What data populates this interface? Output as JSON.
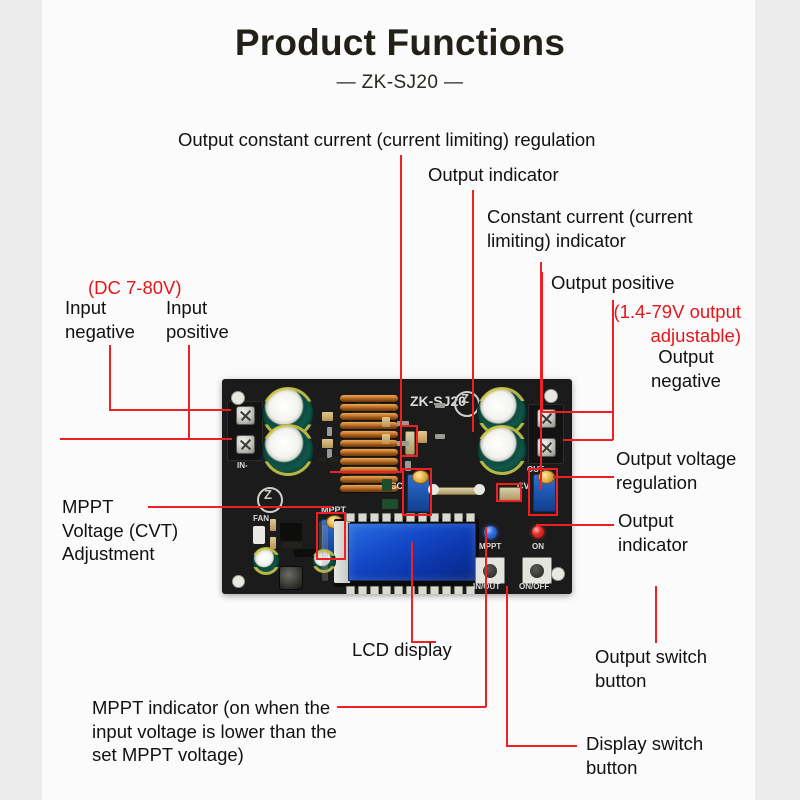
{
  "header": {
    "title": "Product Functions",
    "subtitle": "— ZK-SJ20 —"
  },
  "annotations": {
    "output_constant_current": "Output constant current (current limiting) regulation",
    "output_indicator_top": "Output indicator",
    "constant_current_indicator": "Constant current (current\nlimiting) indicator",
    "output_positive": "Output positive",
    "output_adjustable_range": "(1.4-79V output\nadjustable)",
    "output_negative": "Output\nnegative",
    "input_range": "(DC 7-80V)",
    "input_negative": "Input\nnegative",
    "input_positive": "Input\npositive",
    "mppt_voltage_adjustment": "MPPT\nVoltage (CVT)\nAdjustment",
    "output_voltage_regulation": "Output voltage\nregulation",
    "output_indicator_right": "Output\nindicator",
    "lcd_display": "LCD display",
    "mppt_indicator": "MPPT indicator (on when the\ninput voltage is lower than the\nset MPPT voltage)",
    "output_switch_button": "Output switch\nbutton",
    "display_switch_button": "Display switch\nbutton"
  },
  "board": {
    "model_silkscreen": "ZK-SJ20",
    "input_terminal_label": "IN-",
    "output_terminal_label": "OUT-",
    "cc_pot_label": "CC",
    "cv_pot_label": "CV",
    "mppt_pot_label": "MPPT",
    "fan_header_label": "FAN",
    "mppt_led_label": "MPPT",
    "on_led_label": "ON",
    "display_button_label": "IN/OUT",
    "output_button_label": "ON/OFF"
  },
  "colors": {
    "accent_red": "#ef2024",
    "annotation_red_text": "#e8161a",
    "text_black": "#111111",
    "background": "#ececed",
    "panel": "#fbfbfb",
    "pcb_black": "#1b1b1b",
    "lcd_blue": "#1449c8",
    "pot_blue": "#1c54ae",
    "cap_green": "#0f4a3f",
    "led_blue": "#2f6fe0",
    "led_red": "#e8312b"
  }
}
